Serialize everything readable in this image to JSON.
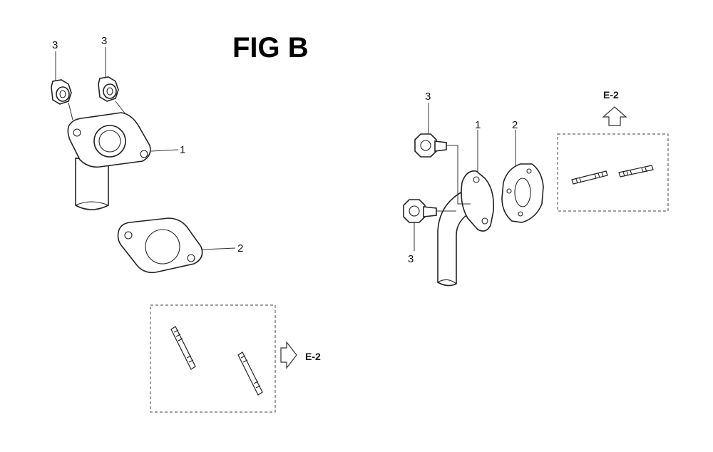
{
  "figure": {
    "title": "FIG B"
  },
  "left_assembly": {
    "callouts": {
      "bolt_a": "3",
      "bolt_b": "3",
      "pipe": "1",
      "gasket": "2"
    },
    "reference": "E-2"
  },
  "right_assembly": {
    "callouts": {
      "bolt_top": "3",
      "pipe": "1",
      "gasket": "2",
      "bolt_bottom": "3"
    },
    "reference": "E-2"
  }
}
